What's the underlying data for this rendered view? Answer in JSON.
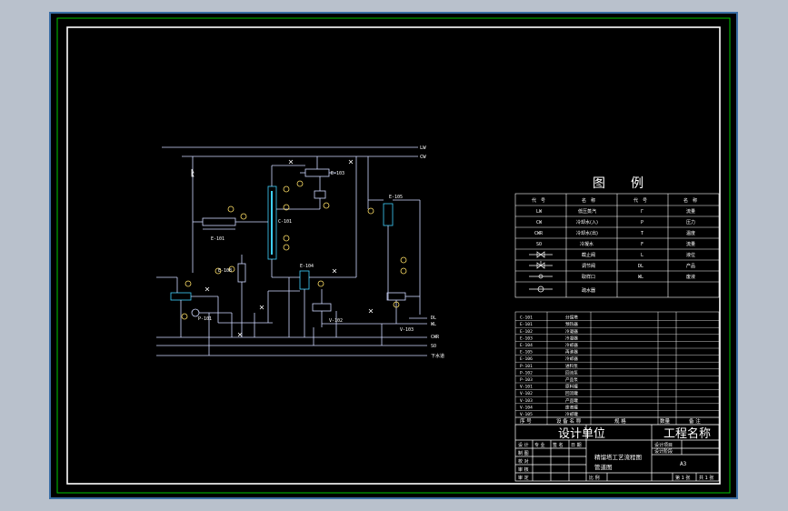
{
  "colors": {
    "background": "#b9c1cc",
    "paper": "#000000",
    "outer_border": "#3a6ea5",
    "frame_border": "#00c800",
    "line": "#ffffff",
    "process_line": "#cfd8ff",
    "cyan": "#3fd0ff",
    "yellow": "#ffe066"
  },
  "utilities": {
    "top": [
      "LW",
      "CW"
    ],
    "bottom": [
      "CWR",
      "SO",
      "下水道"
    ],
    "right_outlets": [
      "DL",
      "WL"
    ]
  },
  "equipment_tags": {
    "e103": "E-103",
    "e105": "E-105",
    "e101": "E-101",
    "e108": "E-108",
    "e104": "E-104",
    "v102": "V-102",
    "v103": "V-103",
    "c101": "C-101",
    "p101": "P-101"
  },
  "legend": {
    "title": "图　　例",
    "headers": [
      "代　号",
      "名　称",
      "代　号",
      "名　称"
    ],
    "rows": [
      [
        "LW",
        "低压蒸汽",
        "Γ",
        "流量"
      ],
      [
        "CW",
        "冷却水(入)",
        "P",
        "压力"
      ],
      [
        "CWR",
        "冷却水(出)",
        "T",
        "温度"
      ],
      [
        "SO",
        "冷凝水",
        "F",
        "流量"
      ],
      [
        "",
        "截止阀",
        "L",
        "液位"
      ],
      [
        "",
        "调节阀",
        "DL",
        "产品"
      ],
      [
        "",
        "取样口",
        "WL",
        "废液"
      ],
      [
        "",
        "疏水器",
        "",
        ""
      ]
    ]
  },
  "equipment_list": {
    "rows": [
      "C-101",
      "E-101",
      "E-102",
      "E-103",
      "E-104",
      "E-105",
      "E-106",
      "P-101",
      "P-102",
      "P-103",
      "V-101",
      "V-102",
      "V-103",
      "V-104",
      "V-105"
    ],
    "names": [
      "分馏塔",
      "预热器",
      "冷凝器",
      "冷凝器",
      "冷却器",
      "再沸器",
      "冷却器",
      "进料泵",
      "回流泵",
      "产品泵",
      "原料罐",
      "回流罐",
      "产品罐",
      "废液罐",
      "冷却罐"
    ],
    "footer": [
      "序 号",
      "设 备 名 称",
      "规 格",
      "数量",
      "备 注"
    ]
  },
  "title_block": {
    "design_unit": "设计单位",
    "project_name": "工程名称",
    "left_labels": [
      "设 计",
      "制 图",
      "校 对",
      "审 核",
      "审 定"
    ],
    "col_heads": [
      "专 业",
      "签 名",
      "日 期"
    ],
    "drawing_title_1": "精馏塔工艺流程图",
    "drawing_title_2": "管道图",
    "right_labels": [
      "设计项目",
      "设计阶段"
    ],
    "size": "A3",
    "scale_label": "比 例",
    "sheet_1": "第 1 张",
    "sheet_2": "共 1 张"
  }
}
